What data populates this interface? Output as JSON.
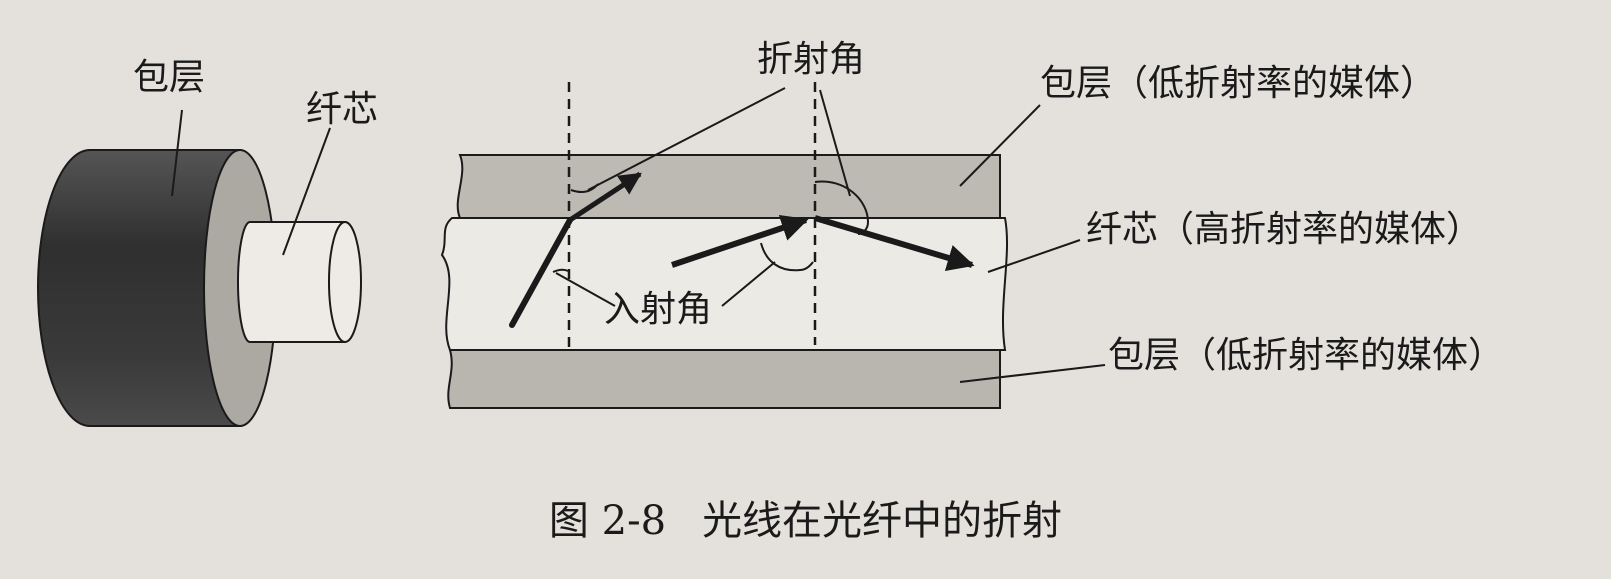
{
  "labels": {
    "cladding_left": "包层",
    "core_left": "纤芯",
    "refraction_angle": "折射角",
    "incidence_angle": "入射角",
    "cladding_top": "包层（低折射率的媒体）",
    "core_right": "纤芯（高折射率的媒体）",
    "cladding_bottom": "包层（低折射率的媒体）"
  },
  "caption": {
    "number": "图 2-8",
    "title": "光线在光纤中的折射"
  },
  "colors": {
    "page": "#e4e1dc",
    "jacket_dark": "#3a3a3a",
    "cladding_fill": "#b9b5af",
    "core_fill": "#ece9e4",
    "line": "#1a1a1a"
  }
}
